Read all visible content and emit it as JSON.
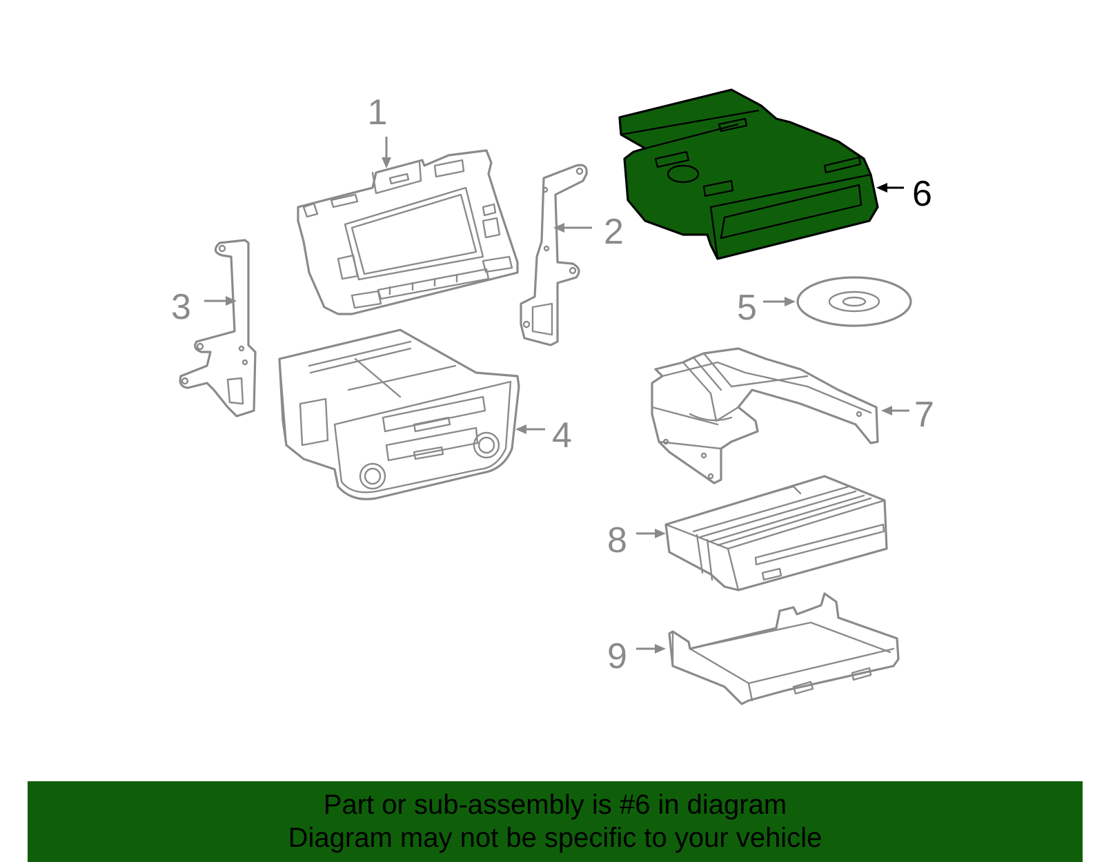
{
  "diagram": {
    "highlighted_part": "6",
    "callouts": [
      "1",
      "2",
      "3",
      "4",
      "5",
      "6",
      "7",
      "8",
      "9"
    ],
    "colors": {
      "highlight": "#0f5f0a",
      "parts": "#8a8a8a",
      "highlight_outline": "#000000"
    }
  },
  "banner": {
    "line1": "Part or sub-assembly is #6 in diagram",
    "line2": "Diagram may not be specific to your vehicle"
  }
}
